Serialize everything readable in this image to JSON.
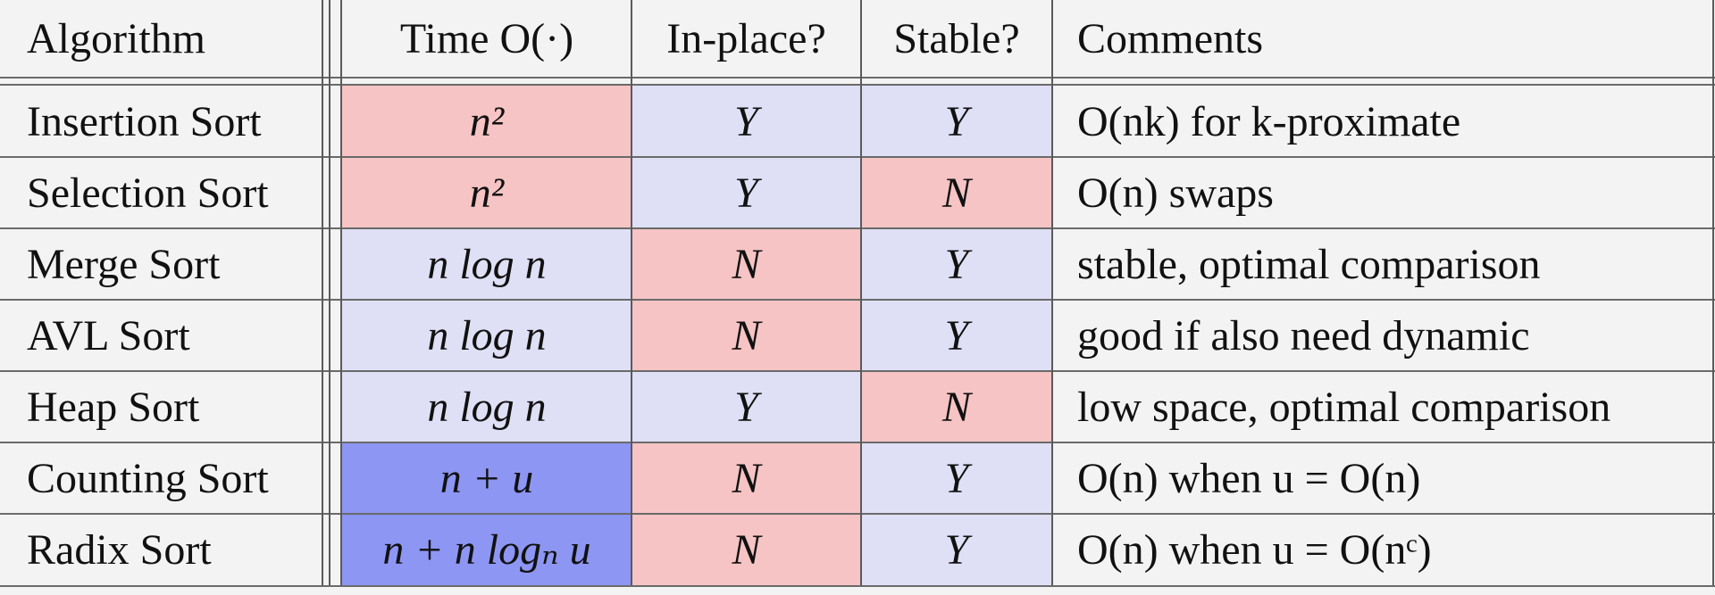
{
  "headers": {
    "algorithm": "Algorithm",
    "time": "Time O(·)",
    "in_place": "In-place?",
    "stable": "Stable?",
    "comments": "Comments"
  },
  "rows": [
    {
      "algorithm": "Insertion Sort",
      "time": "n²",
      "in_place": "Y",
      "stable": "Y",
      "comments": "O(nk) for k-proximate"
    },
    {
      "algorithm": "Selection Sort",
      "time": "n²",
      "in_place": "Y",
      "stable": "N",
      "comments": "O(n) swaps"
    },
    {
      "algorithm": "Merge Sort",
      "time": "n log n",
      "in_place": "N",
      "stable": "Y",
      "comments": "stable, optimal comparison"
    },
    {
      "algorithm": "AVL Sort",
      "time": "n log n",
      "in_place": "N",
      "stable": "Y",
      "comments": "good if also need dynamic"
    },
    {
      "algorithm": "Heap Sort",
      "time": "n log n",
      "in_place": "Y",
      "stable": "N",
      "comments": "low space, optimal comparison"
    },
    {
      "algorithm": "Counting Sort",
      "time": "n + u",
      "in_place": "N",
      "stable": "Y",
      "comments": "O(n) when u = O(n)"
    },
    {
      "algorithm": "Radix Sort",
      "time": "n + n logₙ u",
      "in_place": "N",
      "stable": "Y",
      "comments": "O(n) when u = O(nᶜ)"
    }
  ],
  "colors": {
    "slow": "#f6c4c4",
    "good": "#dfe0f6",
    "best": "#8d96f2"
  }
}
